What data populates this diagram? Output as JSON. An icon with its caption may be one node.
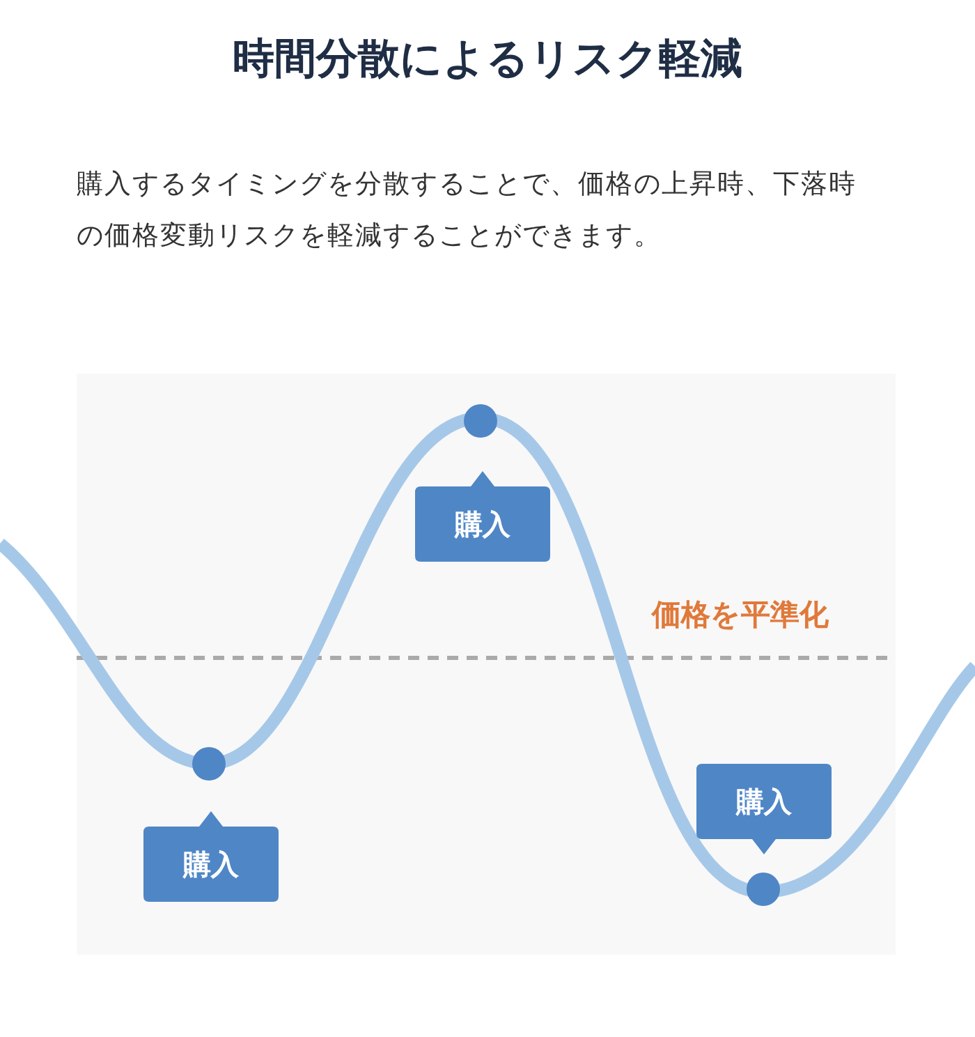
{
  "diagram": {
    "title": "時間分散によるリスク軽減",
    "labels": [
      "購入するタイミングを分散することで、価格の上昇時、下落時の価格変動リスクを軽減することができます。",
      "購入",
      "価格を平準化",
      "購入",
      "購入"
    ]
  }
}
